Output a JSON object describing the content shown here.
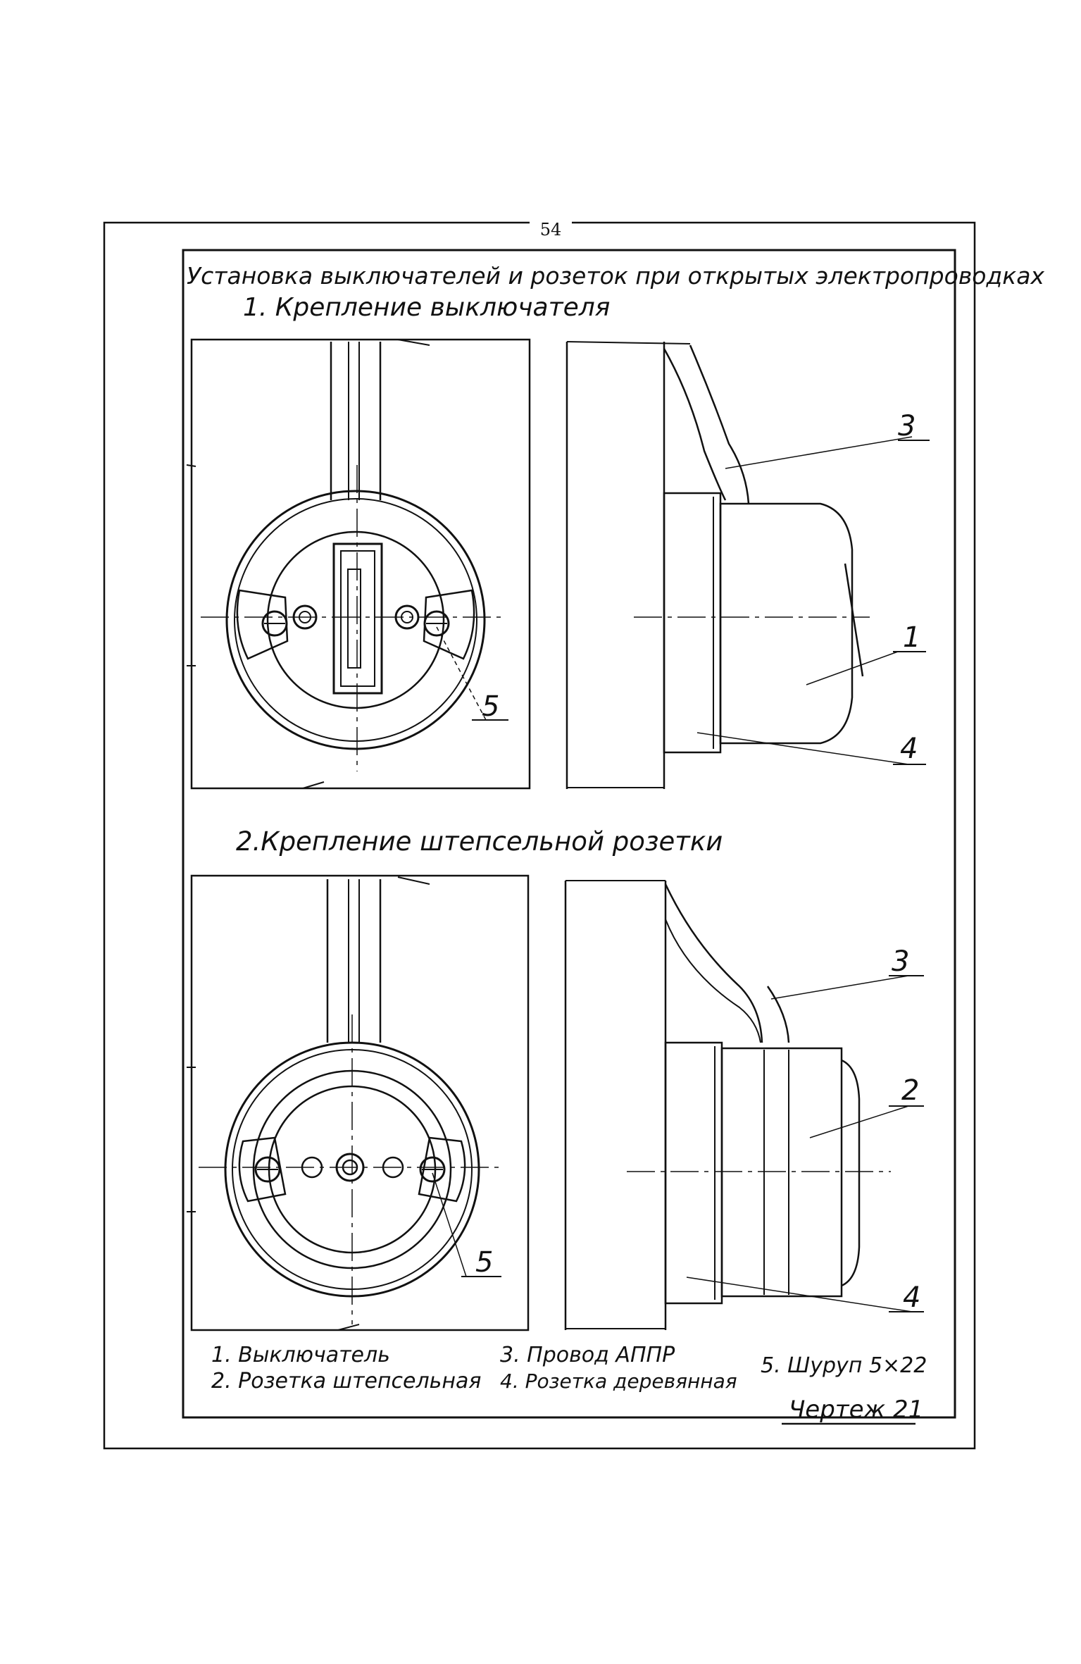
{
  "page_number": "54",
  "title": "Установка выключателей и розеток при открытых электропроводках",
  "section1_title": "1. Крепление выключателя",
  "section2_title": "2.Крепление штепсельной розетки",
  "callouts": {
    "s1_label_3": "3",
    "s1_label_1": "1",
    "s1_label_5": "5",
    "s1_label_4": "4",
    "s2_label_3": "3",
    "s2_label_2": "2",
    "s2_label_5": "5",
    "s2_label_4": "4"
  },
  "legend": {
    "item1": "1. Выключатель",
    "item2": "2. Розетка штепсельная",
    "item3": "3. Провод АППР",
    "item4": "4. Розетка деревянная",
    "item5": "5. Шуруп 5×22"
  },
  "drawing_number": "Чертеж 21"
}
